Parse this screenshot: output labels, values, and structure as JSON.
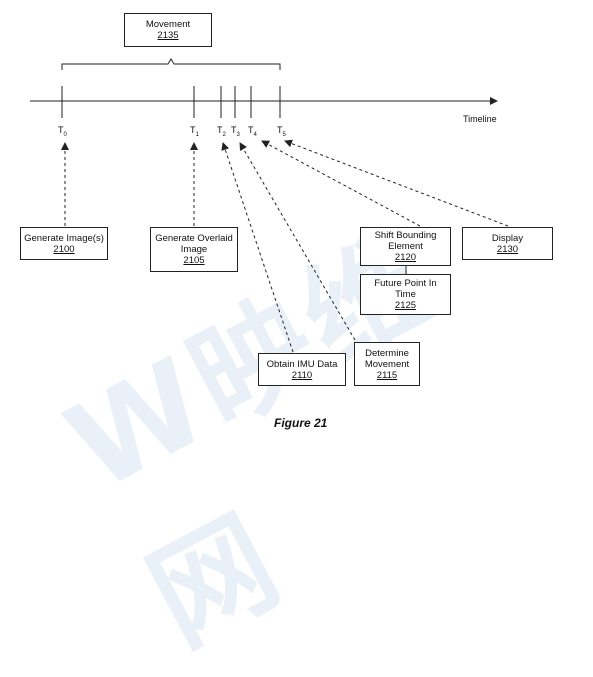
{
  "colors": {
    "line": "#222222",
    "watermark": "#8caad2"
  },
  "timeline": {
    "label": "Timeline",
    "ticks": [
      {
        "base": "T",
        "sub": "0"
      },
      {
        "base": "T",
        "sub": "1"
      },
      {
        "base": "T",
        "sub": "2"
      },
      {
        "base": "T",
        "sub": "3"
      },
      {
        "base": "T",
        "sub": "4"
      },
      {
        "base": "T",
        "sub": "5"
      }
    ]
  },
  "boxes": {
    "movement": {
      "label": "Movement",
      "ref": "2135"
    },
    "generate_image": {
      "label": "Generate Image(s)",
      "ref": "2100"
    },
    "generate_overlaid": {
      "label": "Generate Overlaid Image",
      "ref": "2105"
    },
    "obtain_imu": {
      "label": "Obtain IMU Data",
      "ref": "2110"
    },
    "determine_movement": {
      "label": "Determine Movement",
      "ref": "2115"
    },
    "shift_bounding": {
      "label": "Shift Bounding Element",
      "ref": "2120"
    },
    "future_point": {
      "label": "Future Point In Time",
      "ref": "2125"
    },
    "display": {
      "label": "Display",
      "ref": "2130"
    }
  },
  "caption": "Figure 21",
  "watermark": "W映维网"
}
